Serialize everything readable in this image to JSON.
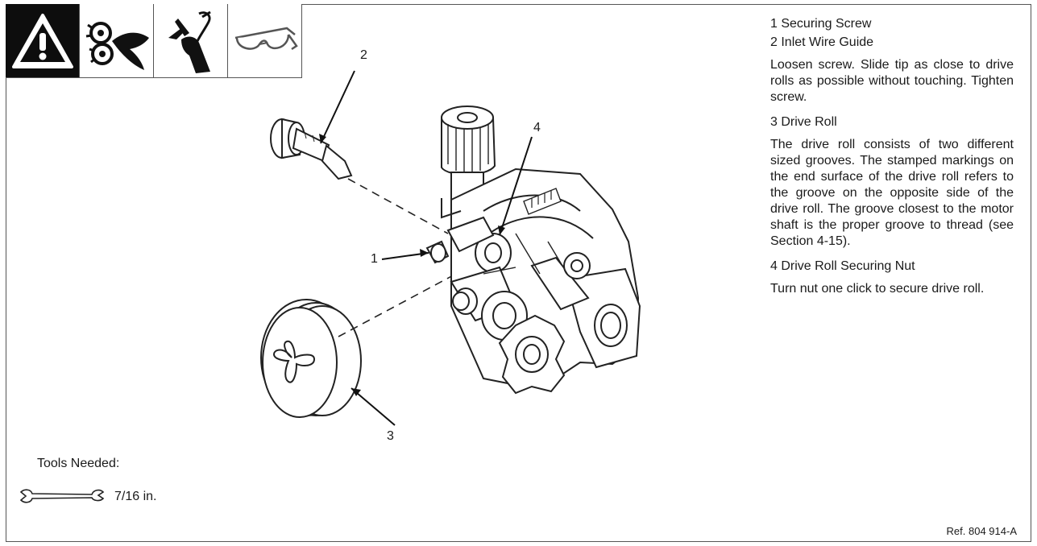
{
  "icons": [
    "warning-icon",
    "drive-roll-pinch-hazard-icon",
    "hand-glove-icon",
    "safety-glasses-icon"
  ],
  "callouts": {
    "c1": "1",
    "c2": "2",
    "c3": "3",
    "c4": "4"
  },
  "legend": {
    "item1": "1 Securing Screw",
    "item2": "2 Inlet Wire Guide",
    "item2_text": "Loosen screw. Slide tip as close to drive rolls as possible without touching. Tighten screw.",
    "item3": "3 Drive Roll",
    "item3_text": "The drive roll consists of two different sized grooves. The stamped markings on the end surface of the drive roll refers to the groove on the opposite side of the drive roll. The groove closest to the motor shaft is the proper groove to thread (see Section 4-15).",
    "item4": "4 Drive Roll Securing Nut",
    "item4_text": "Turn nut one click to secure drive roll."
  },
  "tools": {
    "label": "Tools Needed:",
    "wrench_size": "7/16 in."
  },
  "reference": "Ref. 804 914-A"
}
